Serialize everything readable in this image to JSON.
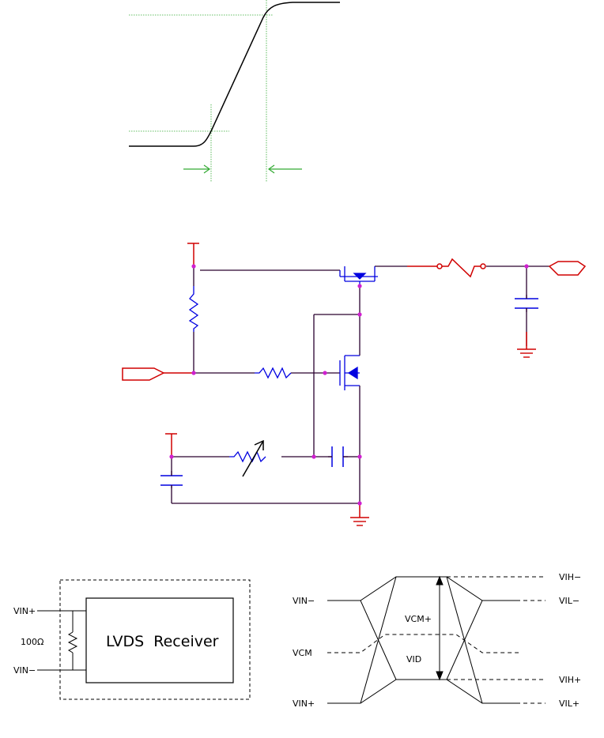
{
  "colors": {
    "trace": "#2a002f",
    "supply": "#d00000",
    "component": "#0000e0",
    "node": "#d020d0",
    "guide": "#33aa33",
    "line": "#000000"
  },
  "lvds": {
    "receiver_label": "LVDS  Receiver",
    "resistor_label": "100Ω",
    "pin_vin_plus": "VIN+",
    "pin_vin_minus": "VIN−"
  },
  "waveform": {
    "left_labels": {
      "vin_minus": "VIN−",
      "vcm": "VCM",
      "vin_plus": "VIN+"
    },
    "right_labels": {
      "vih_minus": "VIH−",
      "vil_minus": "VIL−",
      "vih_plus": "VIH+",
      "vil_plus": "VIL+"
    },
    "center_labels": {
      "vcm_plus": "VCM+",
      "vid": "VID"
    }
  }
}
